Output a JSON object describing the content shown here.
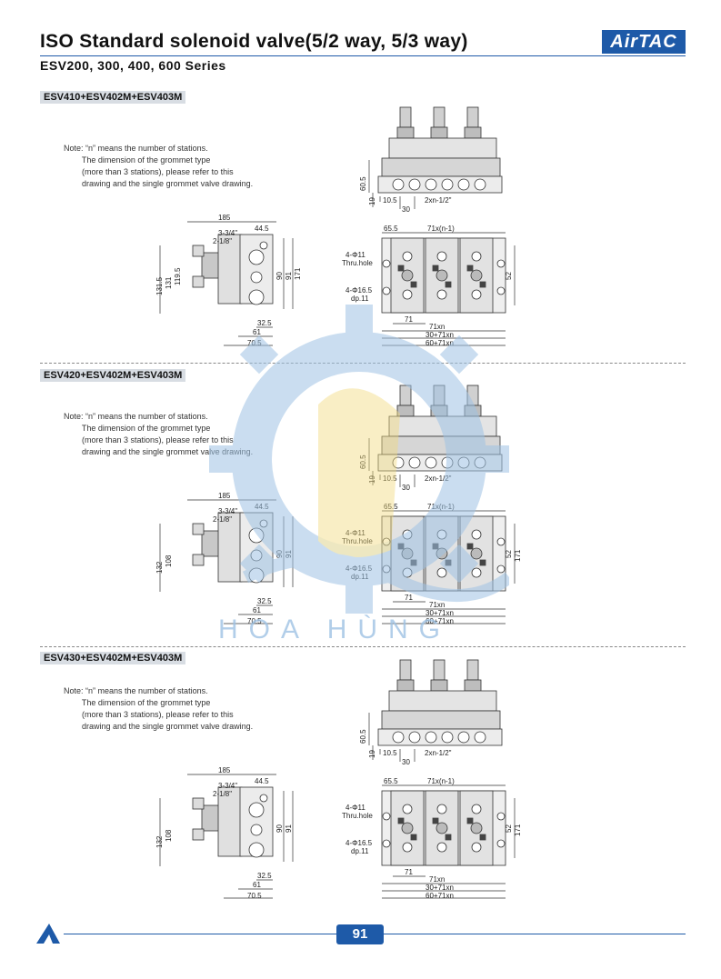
{
  "header": {
    "title": "ISO Standard solenoid valve(5/2 way, 5/3 way)",
    "subtitle": "ESV200, 300, 400, 600 Series",
    "brand": "AirTAC"
  },
  "note_lines": [
    "Note: “n” means the number of stations.",
    "        The dimension of the grommet type",
    "        (more than 3 stations), please refer to this",
    "        drawing and the single grommet valve drawing."
  ],
  "sections": [
    {
      "label": "ESV410+ESV402M+ESV403M",
      "side": {
        "w": "185",
        "d1": "44.5",
        "d2": "3-3/4\"",
        "d3": "2-1/8\"",
        "h1": "131.5",
        "h2": "131",
        "h3": "119.5",
        "v1": "90",
        "v2": "91",
        "v3": "171",
        "b1": "32.5",
        "b2": "61",
        "b3": "70.5"
      },
      "front": {
        "h": "60.5",
        "h2": "19",
        "d1": "10.5",
        "d2": "30",
        "port": "2xn-1/2\""
      },
      "top": {
        "a": "65.5",
        "pitch": "71x(n-1)",
        "hole1": "4-Φ11",
        "hole1b": "Thru.hole",
        "hole2": "4-Φ16.5",
        "hole2b": "dp.11",
        "r": "52",
        "b1": "71",
        "b2": "71xn",
        "b3": "30+71xn",
        "b4": "60+71xn"
      }
    },
    {
      "label": "ESV420+ESV402M+ESV403M",
      "side": {
        "w": "185",
        "d1": "44.5",
        "d2": "3-3/4\"",
        "d3": "2-1/8\"",
        "h1": "132",
        "h2": "108",
        "h3": "",
        "v1": "90",
        "v2": "91",
        "v3": "",
        "b1": "32.5",
        "b2": "61",
        "b3": "70.5"
      },
      "front": {
        "h": "60.5",
        "h2": "19",
        "d1": "10.5",
        "d2": "30",
        "port": "2xn-1/2\""
      },
      "top": {
        "a": "65.5",
        "pitch": "71x(n-1)",
        "hole1": "4-Φ11",
        "hole1b": "Thru.hole",
        "hole2": "4-Φ16.5",
        "hole2b": "dp.11",
        "r": "52",
        "r2": "171",
        "b1": "71",
        "b2": "71xn",
        "b3": "30+71xn",
        "b4": "60+71xn"
      }
    },
    {
      "label": "ESV430+ESV402M+ESV403M",
      "side": {
        "w": "185",
        "d1": "44.5",
        "d2": "3-3/4\"",
        "d3": "2-1/8\"",
        "h1": "132",
        "h2": "108",
        "h3": "",
        "v1": "90",
        "v2": "91",
        "v3": "",
        "b1": "32.5",
        "b2": "61",
        "b3": "70.5"
      },
      "front": {
        "h": "60.5",
        "h2": "19",
        "d1": "10.5",
        "d2": "30",
        "port": "2xn-1/2\""
      },
      "top": {
        "a": "65.5",
        "pitch": "71x(n-1)",
        "hole1": "4-Φ11",
        "hole1b": "Thru.hole",
        "hole2": "4-Φ16.5",
        "hole2b": "dp.11",
        "r": "52",
        "r2": "171",
        "b1": "71",
        "b2": "71xn",
        "b3": "30+71xn",
        "b4": "60+71xn"
      }
    }
  ],
  "watermark": "HOA HÙNG",
  "footer": {
    "page": "91"
  },
  "colors": {
    "accent": "#1e5aa8",
    "watermark": "#9fc3e4"
  }
}
